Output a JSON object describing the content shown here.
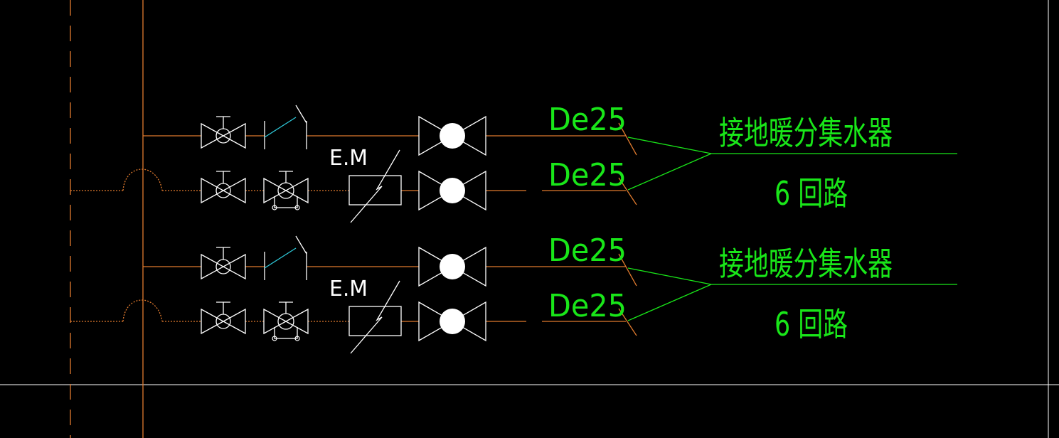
{
  "colors": {
    "background": "#000000",
    "pipe": "#e07a2e",
    "symbol": "#ffffff",
    "annotation": "#19e619",
    "cyan": "#2ec8d8"
  },
  "groups": [
    {
      "supply_pipe_label": "De25",
      "return_pipe_label": "De25",
      "meter_label": "E.M",
      "destination_label": "接地暖分集水器",
      "loops_label": "6 回路"
    },
    {
      "supply_pipe_label": "De25",
      "return_pipe_label": "De25",
      "meter_label": "E.M",
      "destination_label": "接地暖分集水器",
      "loops_label": "6 回路"
    }
  ]
}
